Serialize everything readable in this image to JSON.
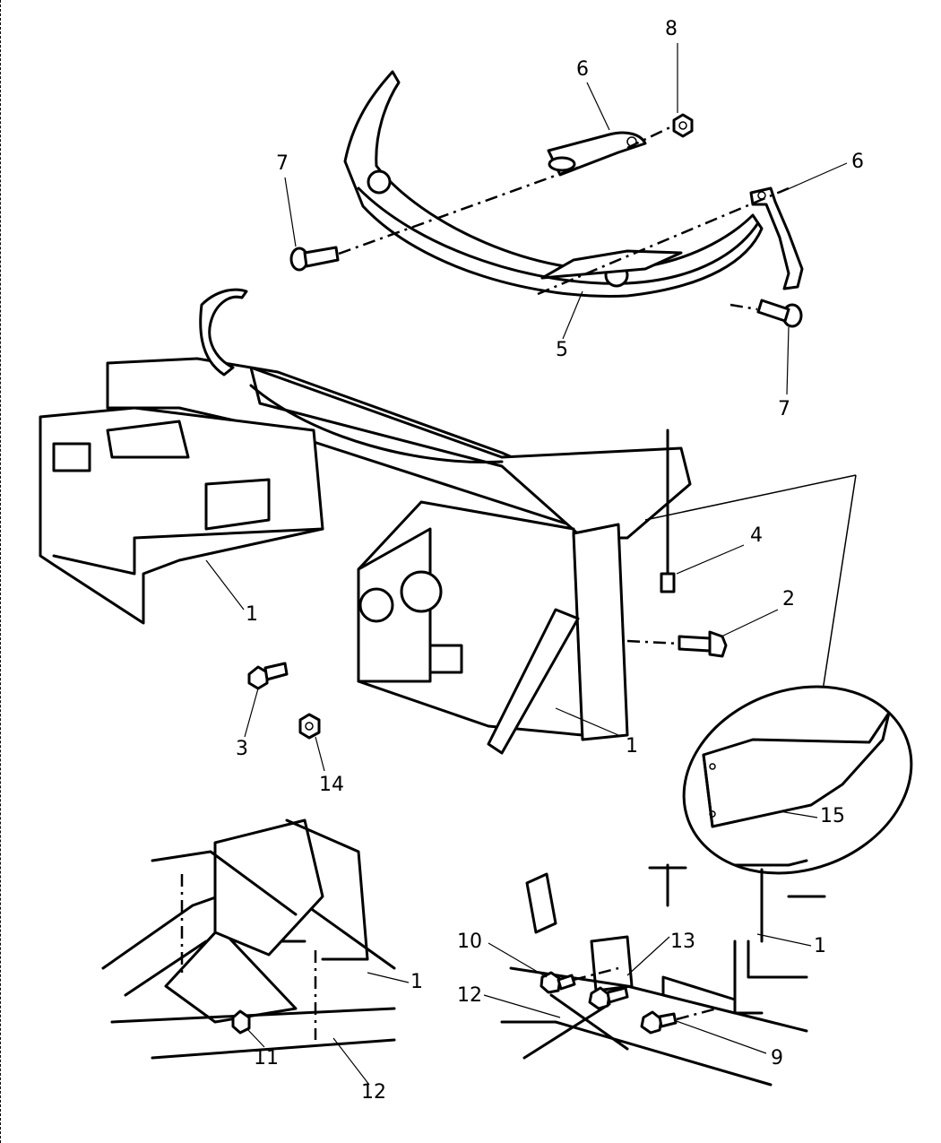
{
  "diagram": {
    "callouts": [
      {
        "id": "c8",
        "label": "8"
      },
      {
        "id": "c6a",
        "label": "6"
      },
      {
        "id": "c6b",
        "label": "6"
      },
      {
        "id": "c7a",
        "label": "7"
      },
      {
        "id": "c7b",
        "label": "7"
      },
      {
        "id": "c5",
        "label": "5"
      },
      {
        "id": "c4",
        "label": "4"
      },
      {
        "id": "c2",
        "label": "2"
      },
      {
        "id": "c1a",
        "label": "1"
      },
      {
        "id": "c1b",
        "label": "1"
      },
      {
        "id": "c3",
        "label": "3"
      },
      {
        "id": "c14",
        "label": "14"
      },
      {
        "id": "c15",
        "label": "15"
      },
      {
        "id": "c1c",
        "label": "1"
      },
      {
        "id": "c11",
        "label": "11"
      },
      {
        "id": "c12a",
        "label": "12"
      },
      {
        "id": "c10",
        "label": "10"
      },
      {
        "id": "c13",
        "label": "13"
      },
      {
        "id": "c1d",
        "label": "1"
      },
      {
        "id": "c12b",
        "label": "12"
      },
      {
        "id": "c9",
        "label": "9"
      }
    ]
  }
}
